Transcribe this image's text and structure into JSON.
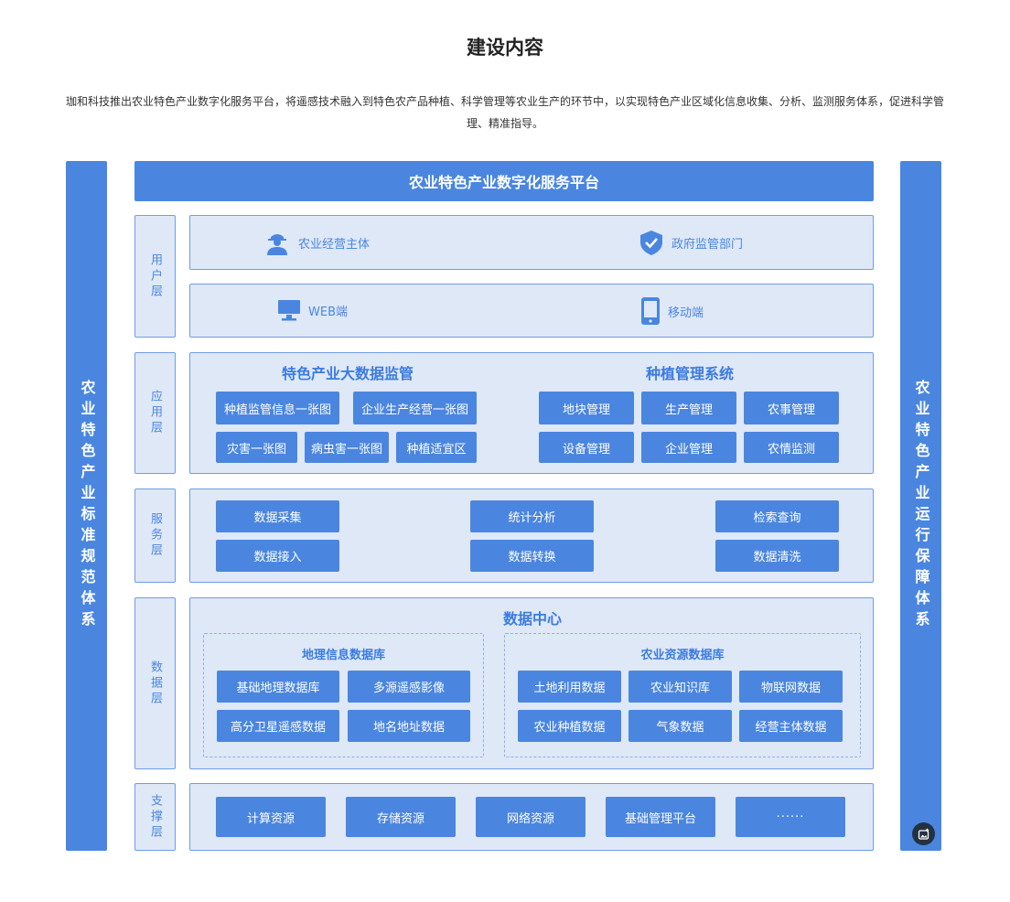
{
  "page": {
    "title": "建设内容",
    "intro": "珈和科技推出农业特色产业数字化服务平台，将遥感技术融入到特色农产品种植、科学管理等农业生产的环节中，以实现特色产业区域化信息收集、分析、监测服务体系，促进科学管理、精准指导。"
  },
  "diagram": {
    "left_sidebar": "农业特色产业标准规范体系",
    "right_sidebar": "农业特色产业运行保障体系",
    "platform_title": "农业特色产业数字化服务平台",
    "layers": {
      "user": {
        "label": "用户层",
        "users": [
          "农业经营主体",
          "政府监管部门"
        ],
        "clients": [
          "WEB端",
          "移动端"
        ]
      },
      "application": {
        "label": "应用层",
        "bigdata": {
          "title": "特色产业大数据监管",
          "items": [
            "种植监管信息一张图",
            "企业生产经营一张图",
            "灾害一张图",
            "病虫害一张图",
            "种植适宜区"
          ]
        },
        "planting": {
          "title": "种植管理系统",
          "items": [
            "地块管理",
            "生产管理",
            "农事管理",
            "设备管理",
            "企业管理",
            "农情监测"
          ]
        }
      },
      "service": {
        "label": "服务层",
        "items": [
          "数据采集",
          "数据接入",
          "统计分析",
          "数据转换",
          "检索查询",
          "数据清洗"
        ]
      },
      "data": {
        "label": "数据层",
        "title": "数据中心",
        "geo": {
          "title": "地理信息数据库",
          "items": [
            "基础地理数据库",
            "多源遥感影像",
            "高分卫星遥感数据",
            "地名地址数据"
          ]
        },
        "agri": {
          "title": "农业资源数据库",
          "items": [
            "土地利用数据",
            "农业知识库",
            "物联网数据",
            "农业种植数据",
            "气象数据",
            "经营主体数据"
          ]
        }
      },
      "support": {
        "label": "支撑层",
        "items": [
          "计算资源",
          "存储资源",
          "网络资源",
          "基础管理平台",
          "······"
        ]
      }
    }
  },
  "colors": {
    "primary": "#4a86e0",
    "panel_bg": "#dfe8f7",
    "panel_border": "#6e9de6",
    "accent_text": "#3b7be0"
  }
}
